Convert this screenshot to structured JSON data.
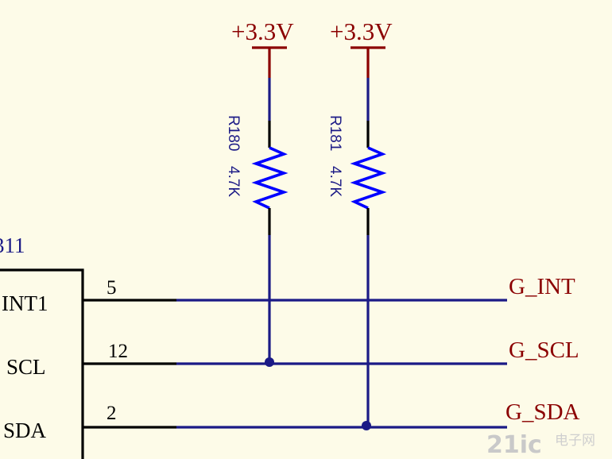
{
  "power": [
    {
      "label": "+3.3V"
    },
    {
      "label": "+3.3V"
    }
  ],
  "resistors": [
    {
      "ref": "R180",
      "value": "4.7K"
    },
    {
      "ref": "R181",
      "value": "4.7K"
    }
  ],
  "component": {
    "ref_partial": "311",
    "pins": [
      {
        "name": "INT1",
        "number": "5"
      },
      {
        "name": "SCL",
        "number": "12"
      },
      {
        "name": "SDA",
        "number": "2"
      }
    ]
  },
  "nets": [
    {
      "label": "G_INT"
    },
    {
      "label": "G_SCL"
    },
    {
      "label": "G_SDA"
    }
  ],
  "watermark": {
    "main": "21ic",
    "sub": "电子网"
  },
  "colors": {
    "wire": "#1b1a86",
    "resistor": "#0000ff",
    "power_net": "#8b0000",
    "background": "#fdfbe8"
  }
}
